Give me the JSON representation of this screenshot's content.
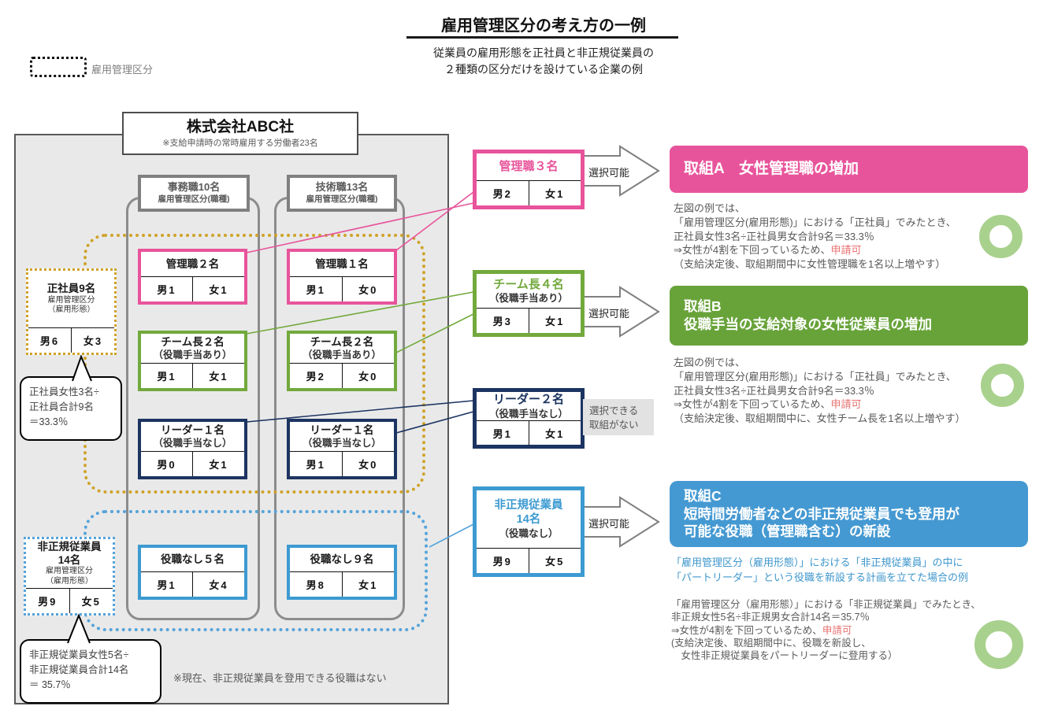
{
  "header": {
    "title": "雇用管理区分の考え方の一例",
    "subtitle1": "従業員の雇用形態を正社員と非正規従業員の",
    "subtitle2": "２種類の区分だけを設けている企業の例"
  },
  "legend": {
    "label": "雇用管理区分"
  },
  "company": {
    "name": "株式会社ABC社",
    "note": "※支給申請時の常時雇用する労働者23名",
    "col1_title": "事務職10名",
    "col1_sub": "雇用管理区分(職種)",
    "col2_title": "技術職13名",
    "col2_sub": "雇用管理区分(職種)",
    "bottom_note": "※現在、非正規従業員を登用できる役職はない"
  },
  "left_seishain": {
    "line1": "正社員9名",
    "line2": "雇用管理区分",
    "line3": "（雇用形態）",
    "male": "男6",
    "female": "女3"
  },
  "bubble_seishain": {
    "l1": "正社員女性3名÷",
    "l2": "正社員合計9名",
    "l3": "＝33.3％"
  },
  "left_hiseiki": {
    "line1": "非正規従業員",
    "line2": "14名",
    "line3": "雇用管理区分",
    "line4": "（雇用形態）",
    "male": "男9",
    "female": "女5"
  },
  "bubble_hiseiki": {
    "l1": "非正規従業員女性5名÷",
    "l2": "非正規従業員合計14名",
    "l3": "＝ 35.7％"
  },
  "grid": {
    "jimu_kanrishoku": {
      "title": "管理職２名",
      "male": "男1",
      "female": "女1"
    },
    "jimu_teamleader": {
      "title": "チーム長２名",
      "sub": "（役職手当あり）",
      "male": "男1",
      "female": "女1"
    },
    "jimu_leader": {
      "title": "リーダー１名",
      "sub": "（役職手当なし）",
      "male": "男0",
      "female": "女1"
    },
    "jimu_yakunashi": {
      "title": "役職なし５名",
      "male": "男1",
      "female": "女4"
    },
    "gijutsu_kanrishoku": {
      "title": "管理職１名",
      "male": "男1",
      "female": "女0"
    },
    "gijutsu_teamleader": {
      "title": "チーム長２名",
      "sub": "（役職手当あり）",
      "male": "男2",
      "female": "女0"
    },
    "gijutsu_leader": {
      "title": "リーダー１名",
      "sub": "（役職手当なし）",
      "male": "男1",
      "female": "女0"
    },
    "gijutsu_yakunashi": {
      "title": "役職なし９名",
      "male": "男8",
      "female": "女1"
    }
  },
  "middle": {
    "kanrishoku": {
      "title": "管理職３名",
      "male": "男2",
      "female": "女1",
      "arrow": "選択可能"
    },
    "teamleader": {
      "title": "チーム長４名",
      "sub": "（役職手当あり）",
      "male": "男3",
      "female": "女1",
      "arrow": "選択可能"
    },
    "leader": {
      "title": "リーダー２名",
      "sub": "（役職手当なし）",
      "male": "男1",
      "female": "女1",
      "no_action_1": "選択できる",
      "no_action_2": "取組がない"
    },
    "hiseiki": {
      "title1": "非正規従業員",
      "title2": "14名",
      "sub": "（役職なし）",
      "male": "男9",
      "female": "女5",
      "arrow": "選択可能"
    }
  },
  "action_a": {
    "banner": "取組A　女性管理職の増加",
    "l1": "左図の例では、",
    "l2": "「雇用管理区分(雇用形態)」における「正社員」でみたとき、",
    "l3": "正社員女性3名÷正社員男女合計9名＝33.3％",
    "l4pre": "⇒女性が4割を下回っているため、",
    "l4red": "申請可",
    "l5": "（支給決定後、取組期間中に女性管理職を1名以上増やす）"
  },
  "action_b": {
    "banner1": "取組B",
    "banner2": "役職手当の支給対象の女性従業員の増加",
    "l1": "左図の例では、",
    "l2": "「雇用管理区分(雇用形態)」における「正社員」でみたとき、",
    "l3": "正社員女性3名÷正社員男女合計9名＝33.3％",
    "l4pre": "⇒女性が4割を下回っているため、",
    "l4red": "申請可",
    "l5": "（支給決定後、取組期間中に、女性チーム長を1名以上増やす）"
  },
  "action_c": {
    "banner1": "取組C",
    "banner2": "短時間労働者などの非正規従業員でも登用が",
    "banner3": "可能な役職（管理職含む）の新設",
    "blue1": "「雇用管理区分（雇用形態）」における「非正規従業員」の中に",
    "blue2": "「パートリーダー」という役職を新設する計画を立てた場合の例",
    "l1": "「雇用管理区分（雇用形態）」における「非正規従業員」でみたとき、",
    "l2": "非正規女性5名÷非正規男女合計14名＝35.7％",
    "l3pre": "⇒女性が4割を下回っているため、",
    "l3red": "申請可",
    "l4": "(支給決定後、取組期間中に、役職を新設し、",
    "l5": "　女性非正規従業員をパートリーダーに登用する）"
  },
  "colors": {
    "pink": "#e8549b",
    "green": "#72a93c",
    "navy": "#1c3461",
    "blue": "#3d9ad1",
    "gold_dotted": "#cfa227",
    "blue_dotted": "#55a3da",
    "ring_green": "#a9d18e",
    "red_text": "#e87070"
  }
}
